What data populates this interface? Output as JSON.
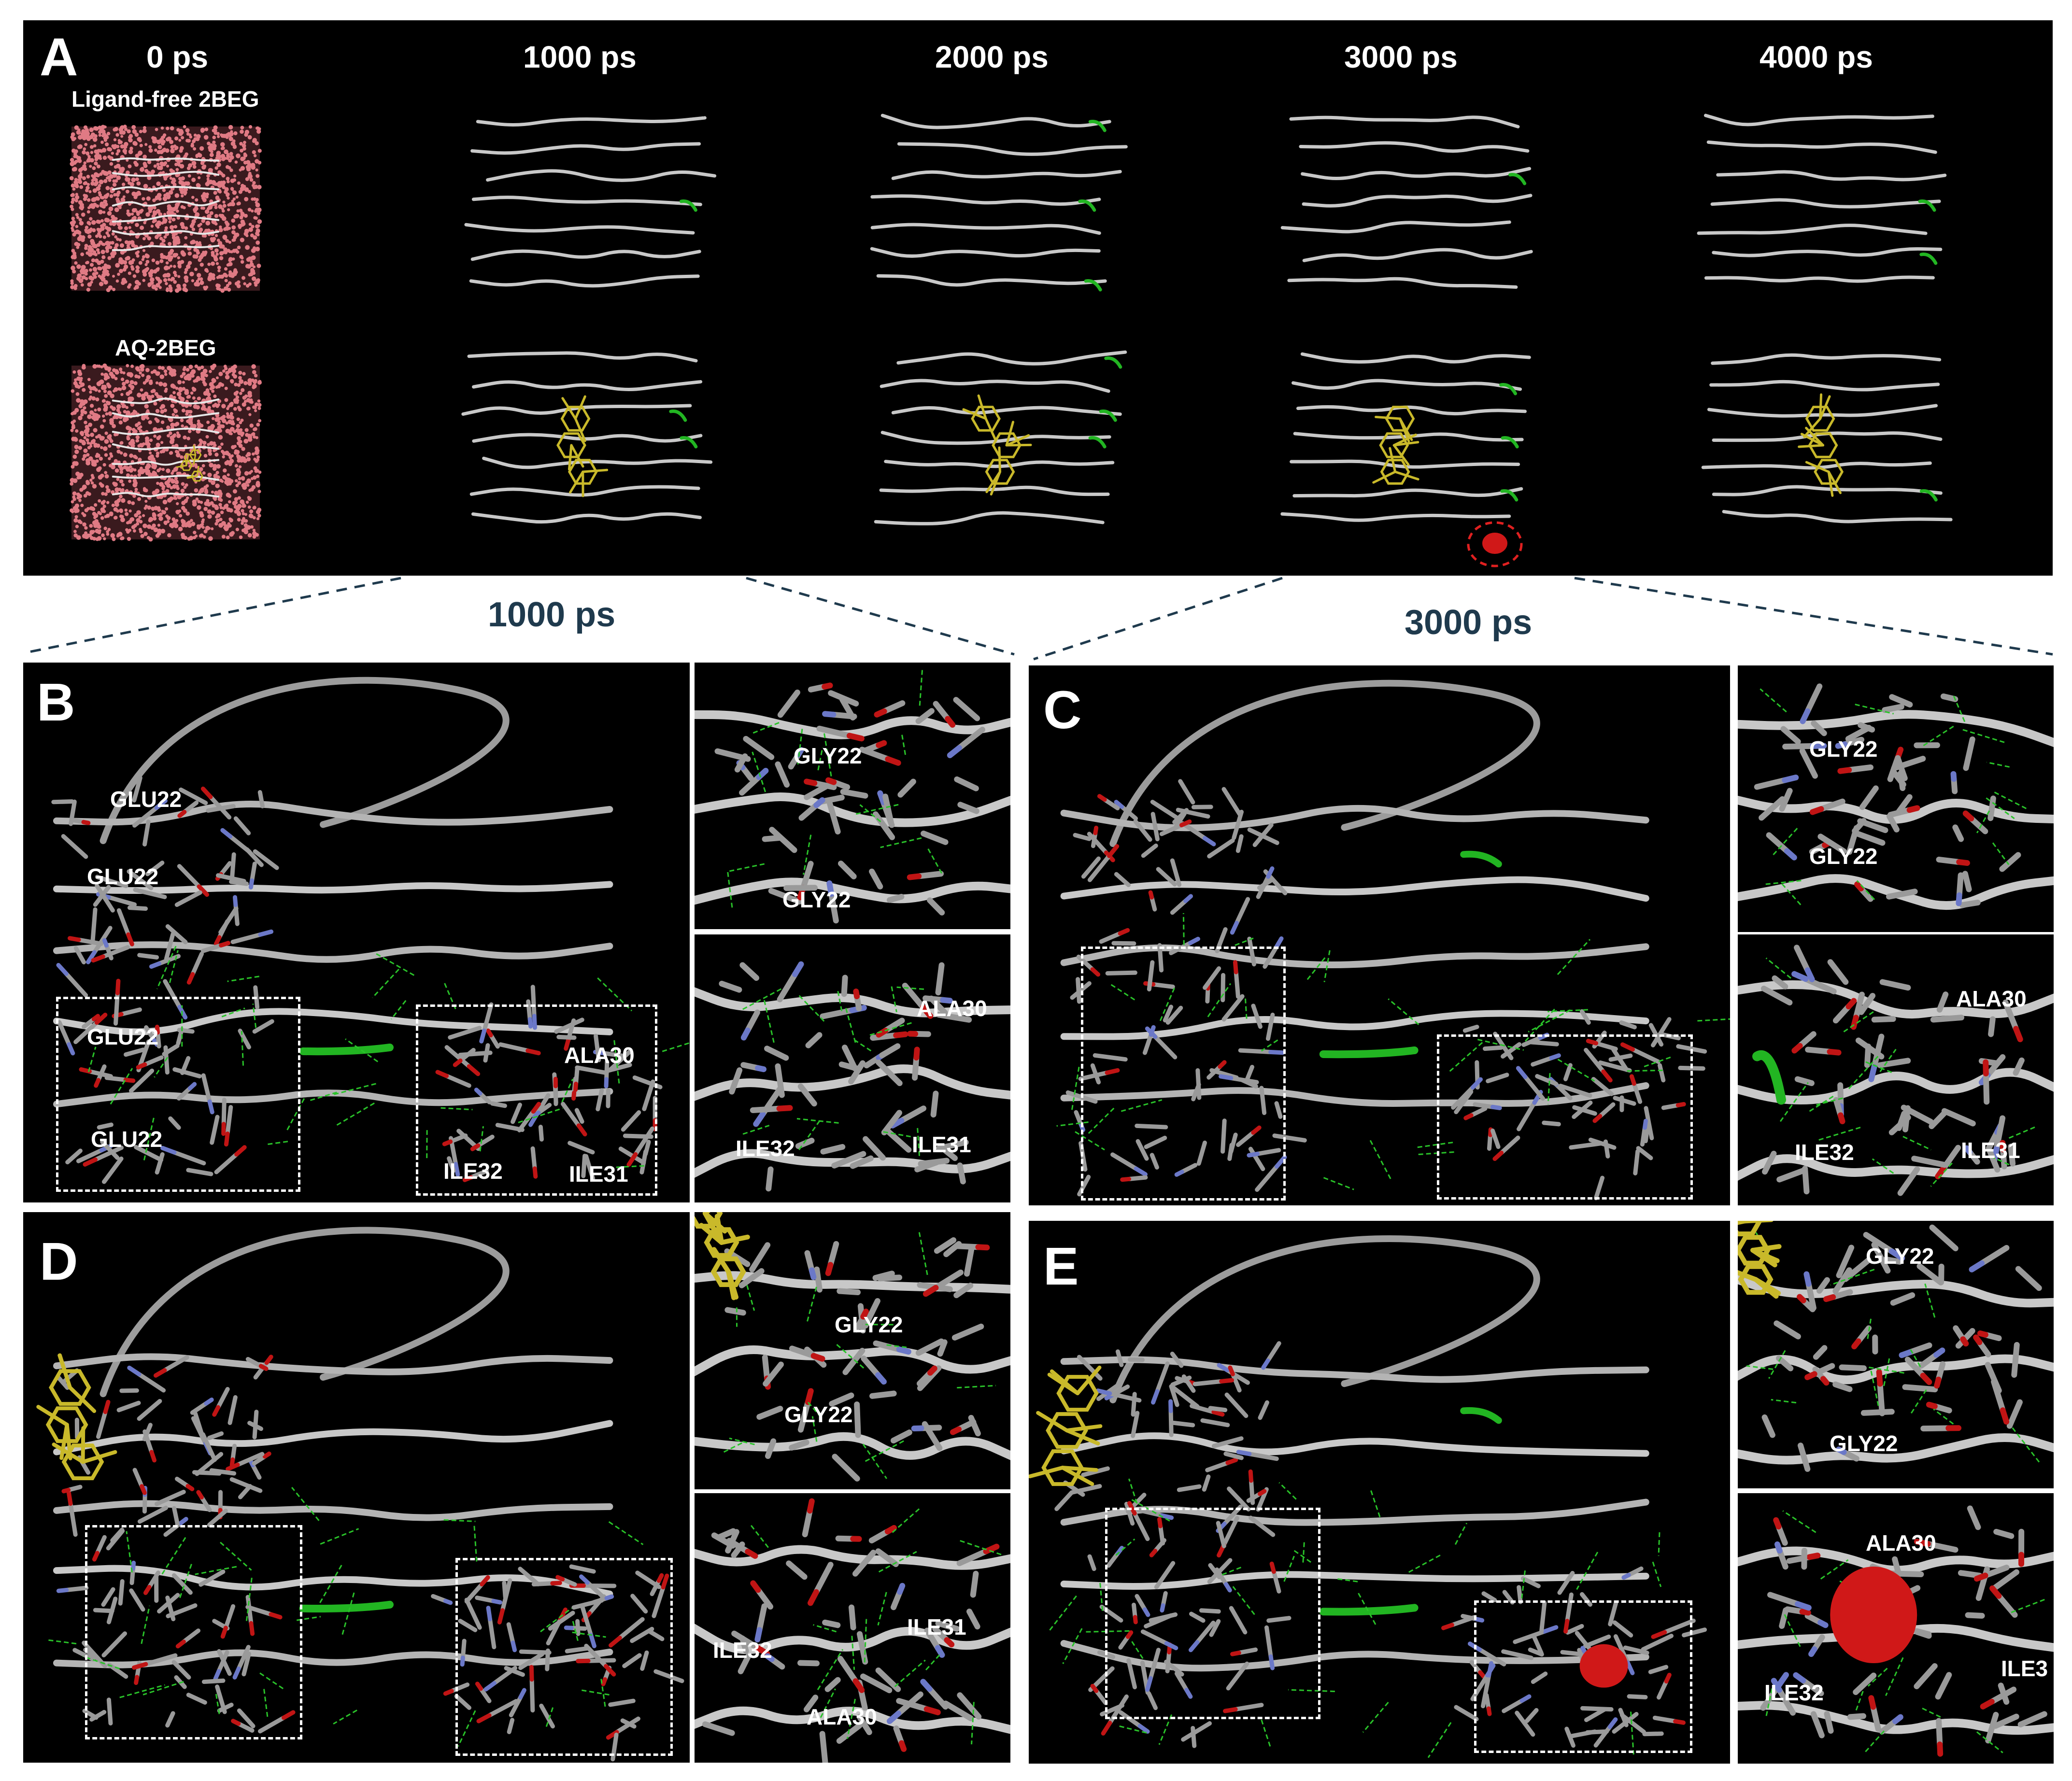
{
  "panel_a": {
    "letter": "A",
    "times": [
      "0 ps",
      "1000 ps",
      "2000 ps",
      "3000 ps",
      "4000 ps"
    ],
    "row_labels": [
      "Ligand-free 2BEG",
      "AQ-2BEG"
    ]
  },
  "zoom": {
    "left": "1000 ps",
    "right": "3000 ps"
  },
  "panel_b": {
    "letter": "B",
    "main": [
      "GLU22",
      "GLU22",
      "GLU22",
      "GLU22",
      "ALA30",
      "ILE32",
      "ILE31"
    ],
    "top": [
      "GLY22",
      "GLY22"
    ],
    "bottom": [
      "ALA30",
      "ILE32",
      "ILE31"
    ]
  },
  "panel_c": {
    "letter": "C",
    "top": [
      "GLY22",
      "GLY22"
    ],
    "bottom": [
      "ALA30",
      "ILE32",
      "ILE31"
    ]
  },
  "panel_d": {
    "letter": "D",
    "top": [
      "GLY22",
      "GLY22"
    ],
    "bottom": [
      "ILE32",
      "ILE31",
      "ALA30"
    ]
  },
  "panel_e": {
    "letter": "E",
    "top": [
      "GLY22",
      "GLY22"
    ],
    "bottom": [
      "ALA30",
      "ILE32",
      "ILE3"
    ]
  },
  "colors": {
    "strand": "#c8c8c8",
    "strand_dark": "#8a8a8a",
    "turn": "#22b522",
    "ligand": "#c9b92a",
    "water": "#e07a84",
    "helix": "#d01818",
    "oxygen": "#c01414",
    "nitrogen": "#6b78c8",
    "hbond": "#29c229",
    "zoom_label": "#1f3a4d"
  }
}
